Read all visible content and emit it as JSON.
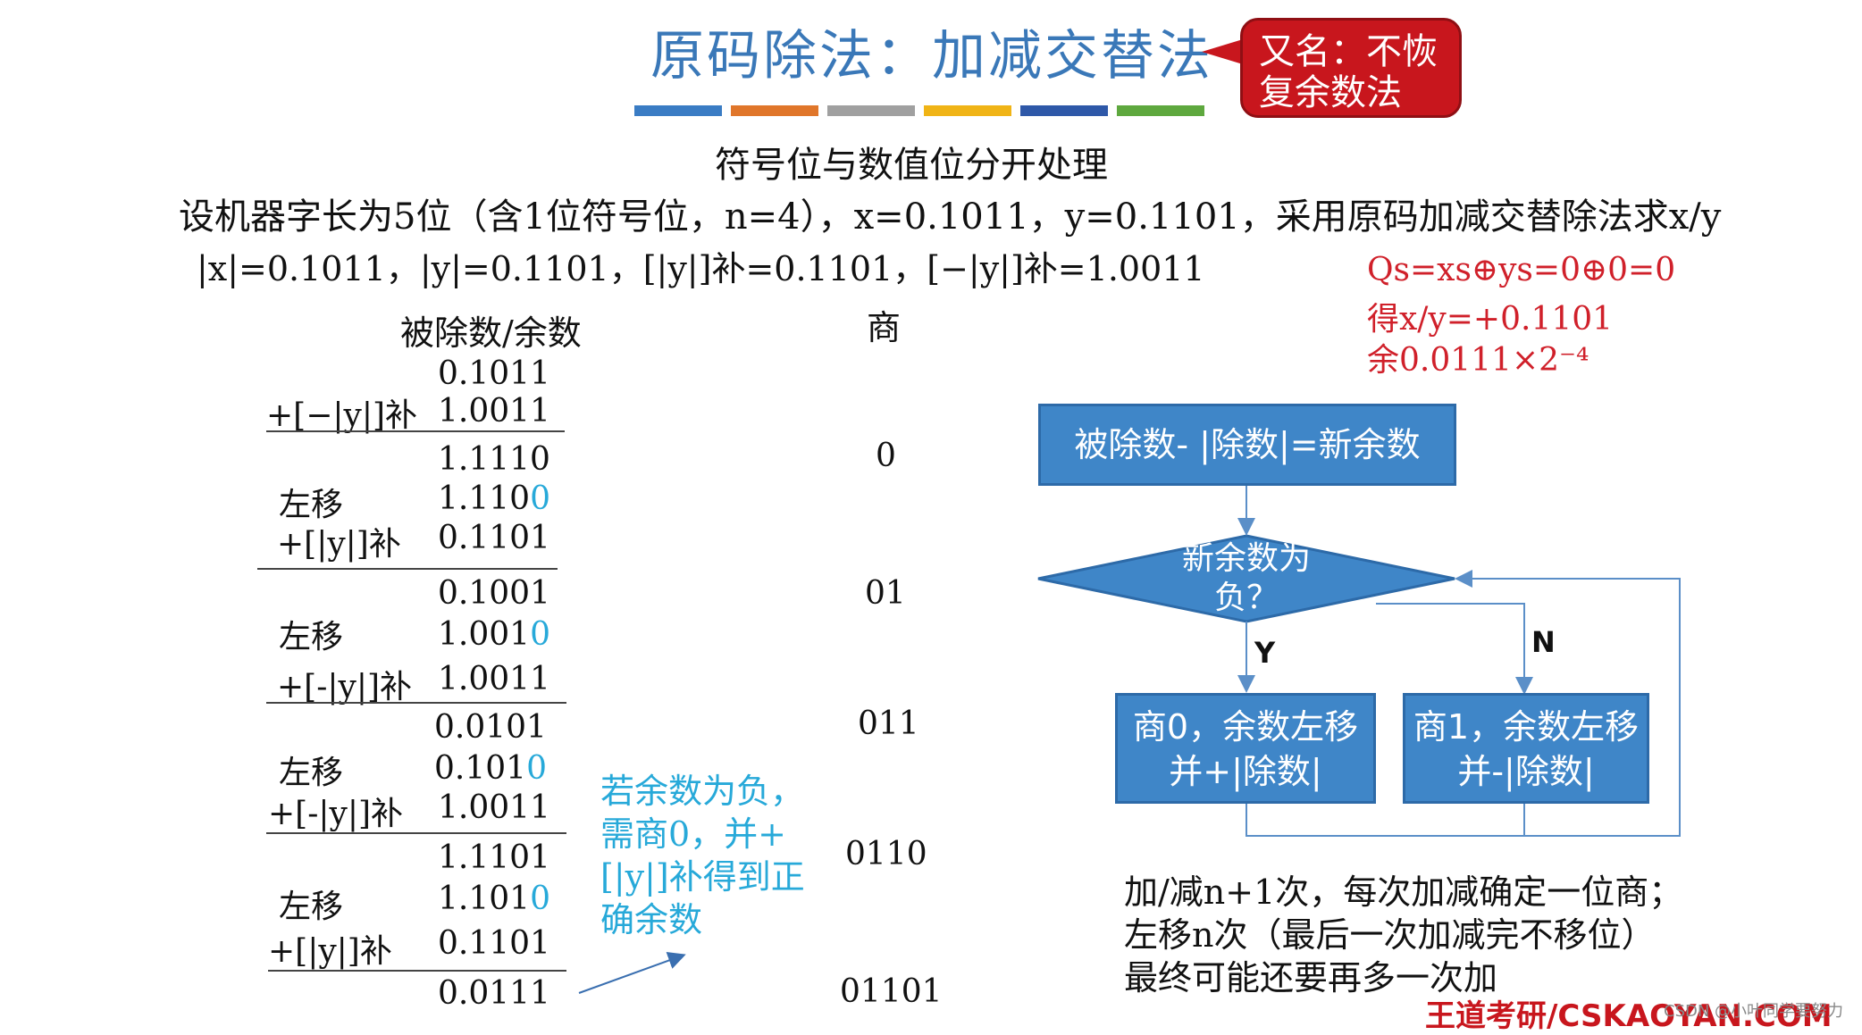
{
  "title": "原码除法：加减交替法",
  "bubble": "又名：不恢复余数法",
  "color_bar": [
    "#3a7cc4",
    "#e0762a",
    "#a0a0a0",
    "#f0b416",
    "#2e58a8",
    "#5ea83e"
  ],
  "subtitle": "符号位与数值位分开处理",
  "problem": "设机器字长为5位（含1位符号位，n=4），x=0.1011，y=0.1101，采用原码加减交替除法求x/y",
  "given": "|x|=0.1011，|y|=0.1101，[|y|]补=0.1101，[−|y|]补=1.0011",
  "result": {
    "qs": "Qs=xs⊕ys=0⊕0=0",
    "quotient": "得x/y=+0.1101",
    "remainder": "余0.0111×2⁻⁴"
  },
  "table": {
    "col1_header": "被除数/余数",
    "col2_header": "商",
    "rows": [
      {
        "label": "",
        "value": "0.1011",
        "blue": ""
      },
      {
        "label": "+[−|y|]补",
        "value": "1.0011",
        "blue": ""
      },
      {
        "label": "",
        "value": "1.1110",
        "blue": ""
      },
      {
        "label": "左移",
        "value": "1.110",
        "blue": "0"
      },
      {
        "label": "+[|y|]补",
        "value": "0.1101",
        "blue": ""
      },
      {
        "label": "",
        "value": "0.1001",
        "blue": ""
      },
      {
        "label": "左移",
        "value": "1.001",
        "blue": "0"
      },
      {
        "label": "+[-|y|]补",
        "value": "1.0011",
        "blue": ""
      },
      {
        "label": "",
        "value": "0.0101",
        "blue": ""
      },
      {
        "label": "左移",
        "value": "0.101",
        "blue": "0"
      },
      {
        "label": "+[-|y|]补",
        "value": "1.0011",
        "blue": ""
      },
      {
        "label": "",
        "value": "1.1101",
        "blue": ""
      },
      {
        "label": "左移",
        "value": "1.101",
        "blue": "0"
      },
      {
        "label": "+[|y|]补",
        "value": "0.1101",
        "blue": ""
      },
      {
        "label": "",
        "value": "0.0111",
        "blue": ""
      }
    ],
    "quotients": [
      "0",
      "01",
      "011",
      "0110",
      "01101"
    ]
  },
  "note": "若余数为负，需商0，并+[|y|]补得到正确余数",
  "flowchart": {
    "box1": "被除数- |除数|=新余数",
    "decision": "新余数为负？",
    "yes": "Y",
    "no": "N",
    "left_box": "商0，余数左移并+|除数|",
    "right_box": "商1，余数左移并-|除数|"
  },
  "summary": [
    "加/减n+1次，每次加减确定一位商；",
    "左移n次（最后一次加减完不移位）",
    "最终可能还要再多一次加"
  ],
  "brand": "王道考研/CSKAOYAN.COM",
  "watermark": "CSDN @小叶同学要努力"
}
